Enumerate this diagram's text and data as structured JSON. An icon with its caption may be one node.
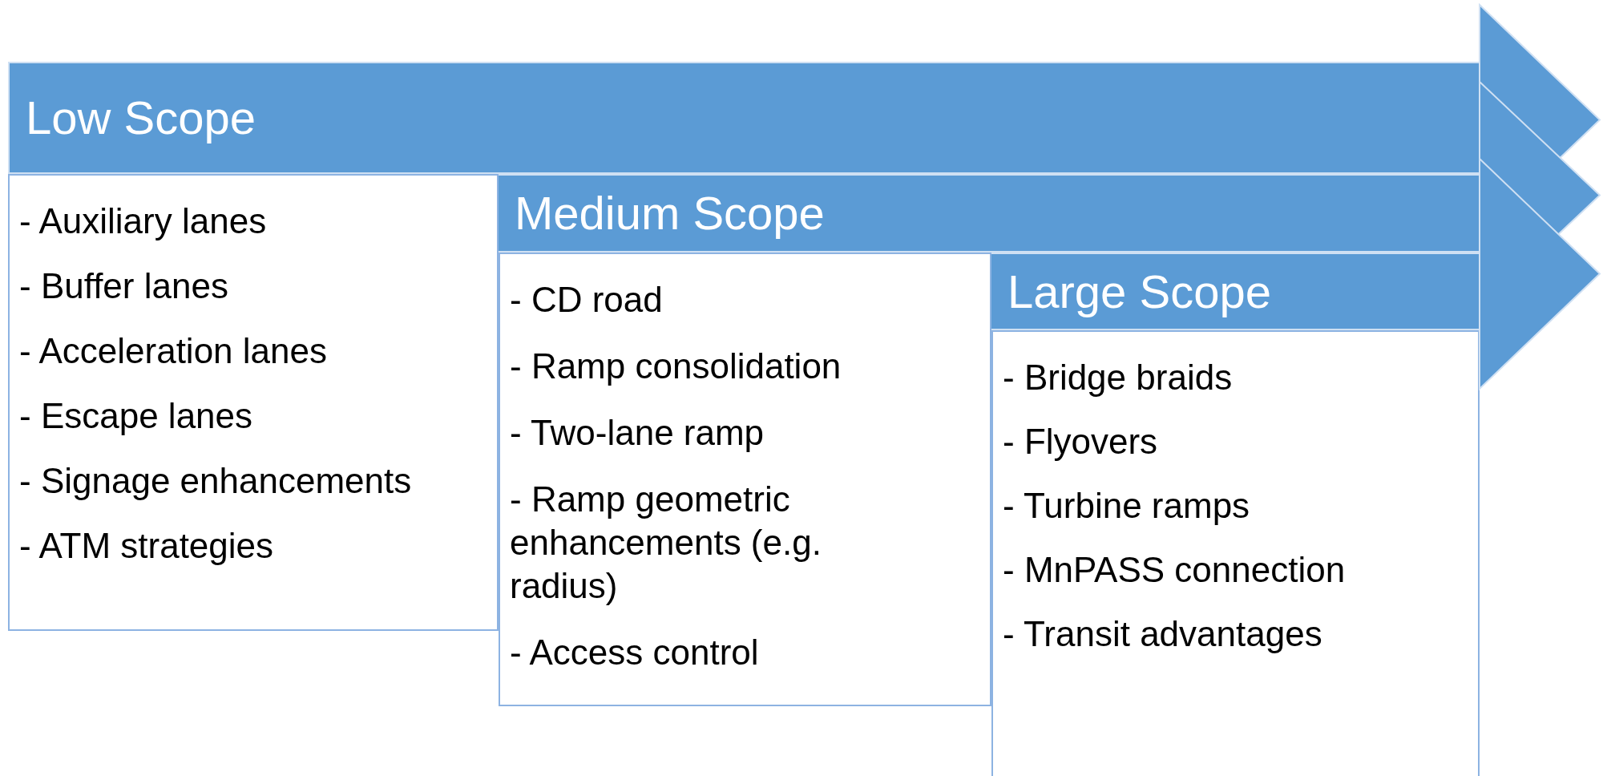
{
  "diagram": {
    "nodes": [
      {
        "text": [
          "Low Scope"
        ]
      },
      {
        "text": [
          "- Auxiliary lanes",
          "- Buffer lanes",
          "- Acceleration lanes",
          "- Escape lanes",
          "- Signage enhancements",
          "- ATM strategies"
        ]
      },
      {
        "text": [
          "Medium Scope"
        ]
      },
      {
        "text": [
          "- CD road",
          "- Ramp consolidation",
          "- Two-lane ramp",
          "- Ramp geometric enhancements (e.g. radius)",
          "- Access control"
        ]
      },
      {
        "text": [
          "Large Scope"
        ]
      },
      {
        "text": [
          "- Bridge braids",
          "- Flyovers",
          "- Turbine ramps",
          "- MnPASS connection",
          "- Transit advantages"
        ]
      }
    ]
  }
}
